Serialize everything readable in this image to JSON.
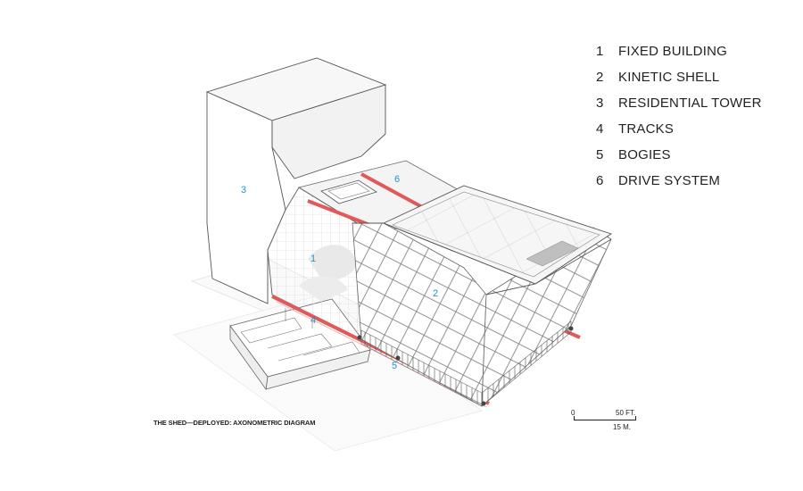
{
  "legend": [
    {
      "num": "1",
      "label": "FIXED BUILDING"
    },
    {
      "num": "2",
      "label": "KINETIC SHELL"
    },
    {
      "num": "3",
      "label": "RESIDENTIAL TOWER"
    },
    {
      "num": "4",
      "label": "TRACKS"
    },
    {
      "num": "5",
      "label": "BOGIES"
    },
    {
      "num": "6",
      "label": "DRIVE SYSTEM"
    }
  ],
  "callouts": {
    "fixed_building": "1",
    "kinetic_shell": "2",
    "residential_tower": "3",
    "tracks": "4",
    "bogies": "5",
    "drive_system": "6"
  },
  "caption": "THE SHED—DEPLOYED: AXONOMETRIC DIAGRAM",
  "scale_bar": {
    "start": "0",
    "feet": "50 FT.",
    "meters": "15 M."
  },
  "colors": {
    "callout": "#1f95c6",
    "track": "#e15a5a",
    "line": "#555555"
  }
}
